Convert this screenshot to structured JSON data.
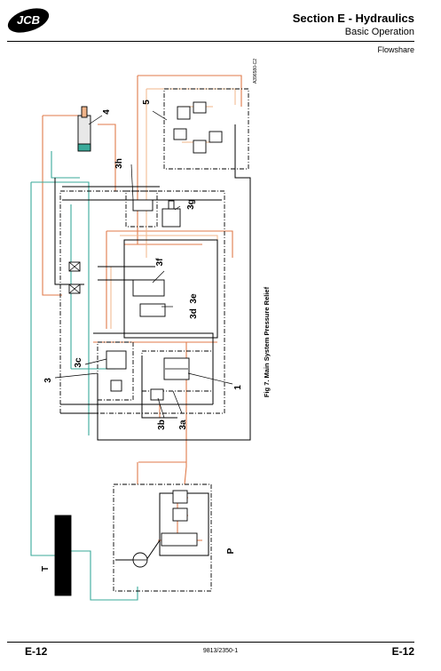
{
  "header": {
    "logo_text": "JCB",
    "section_title": "Section E - Hydraulics",
    "subtitle": "Basic Operation",
    "topic": "Flowshare"
  },
  "figure": {
    "caption": "Fig 7. Main System Pressure Relief",
    "reference_code": "A396580-C2",
    "labels": {
      "l1": "1",
      "l3": "3",
      "l3a": "3a",
      "l3b": "3b",
      "l3c": "3c",
      "l3d": "3d",
      "l3e": "3e",
      "l3f": "3f",
      "l3g": "3g",
      "l3h": "3h",
      "l4": "4",
      "l5": "5",
      "lP": "P",
      "lT": "T"
    },
    "colors": {
      "pressure": "#e07a4a",
      "pressure_light": "#f0b48a",
      "tank": "#3aaa9a",
      "line": "#000000",
      "detail": "#9a9a9a"
    }
  },
  "footer": {
    "page_left": "E-12",
    "doc_number": "9813/2350-1",
    "page_right": "E-12"
  }
}
